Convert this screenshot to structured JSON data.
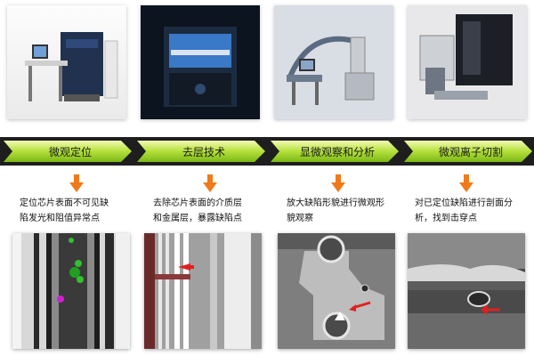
{
  "stages": [
    {
      "label": "微观定位",
      "equipment_icon": "failure-analysis-station-icon",
      "description_lines": [
        "定位芯片表面不可见缺",
        "陷发光和阻值异常点"
      ]
    },
    {
      "label": "去层技术",
      "equipment_icon": "delayering-machine-icon",
      "description_lines": [
        "去除芯片表面的介质层",
        "和金属层，暴露缺陷点"
      ]
    },
    {
      "label": "显微观察和分析",
      "equipment_icon": "electron-microscope-icon",
      "description_lines": [
        "放大缺陷形貌进行微观形",
        "貌观察"
      ]
    },
    {
      "label": "微观离子切割",
      "equipment_icon": "focused-ion-beam-icon",
      "description_lines": [
        "对已定位缺陷进行剖面分",
        "析，找到击穿点"
      ]
    }
  ],
  "colors": {
    "arrow_green_light": "#e4f58a",
    "arrow_green_dark": "#8cc41a",
    "arrow_dark": "#2a2a2a",
    "down_arrow_orange": "#f07a1a",
    "defect_marker_red": "#e02020"
  }
}
